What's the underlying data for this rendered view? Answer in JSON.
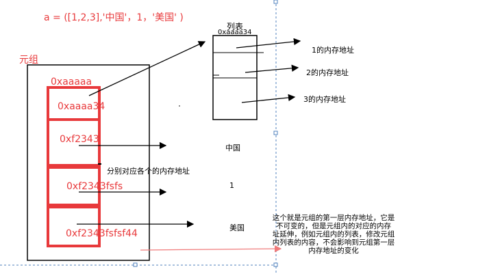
{
  "code_line": "a = ([1,2,3],'中国'，1，'美国'  )",
  "tuple_label": "元组",
  "tuple_address": "0xaaaaa",
  "cells": [
    "0xaaaa34",
    "0xf2343",
    "0xf2343fsfs",
    "0xf2343fsfsf44"
  ],
  "list_title": "列表",
  "list_address": "0xaaaa34",
  "list_annotations": [
    "1的内存地址",
    "2的内存地址",
    "3的内存地址"
  ],
  "values": [
    "中国",
    "1",
    "美国"
  ],
  "middle_note": "分别对应各个的内存地址",
  "explanation": [
    "这个就是元组的第一层内存地址，它是",
    "不可变的，但是元组内的对应的内存",
    "址延伸，例如元组内的列表，修改元组",
    "内列表的内容，不会影响到元组第一层",
    "内存地址的变化"
  ],
  "colors": {
    "red": "#e8393b",
    "pink": "#f07a7a",
    "dashed_line": "#4f81bd"
  }
}
